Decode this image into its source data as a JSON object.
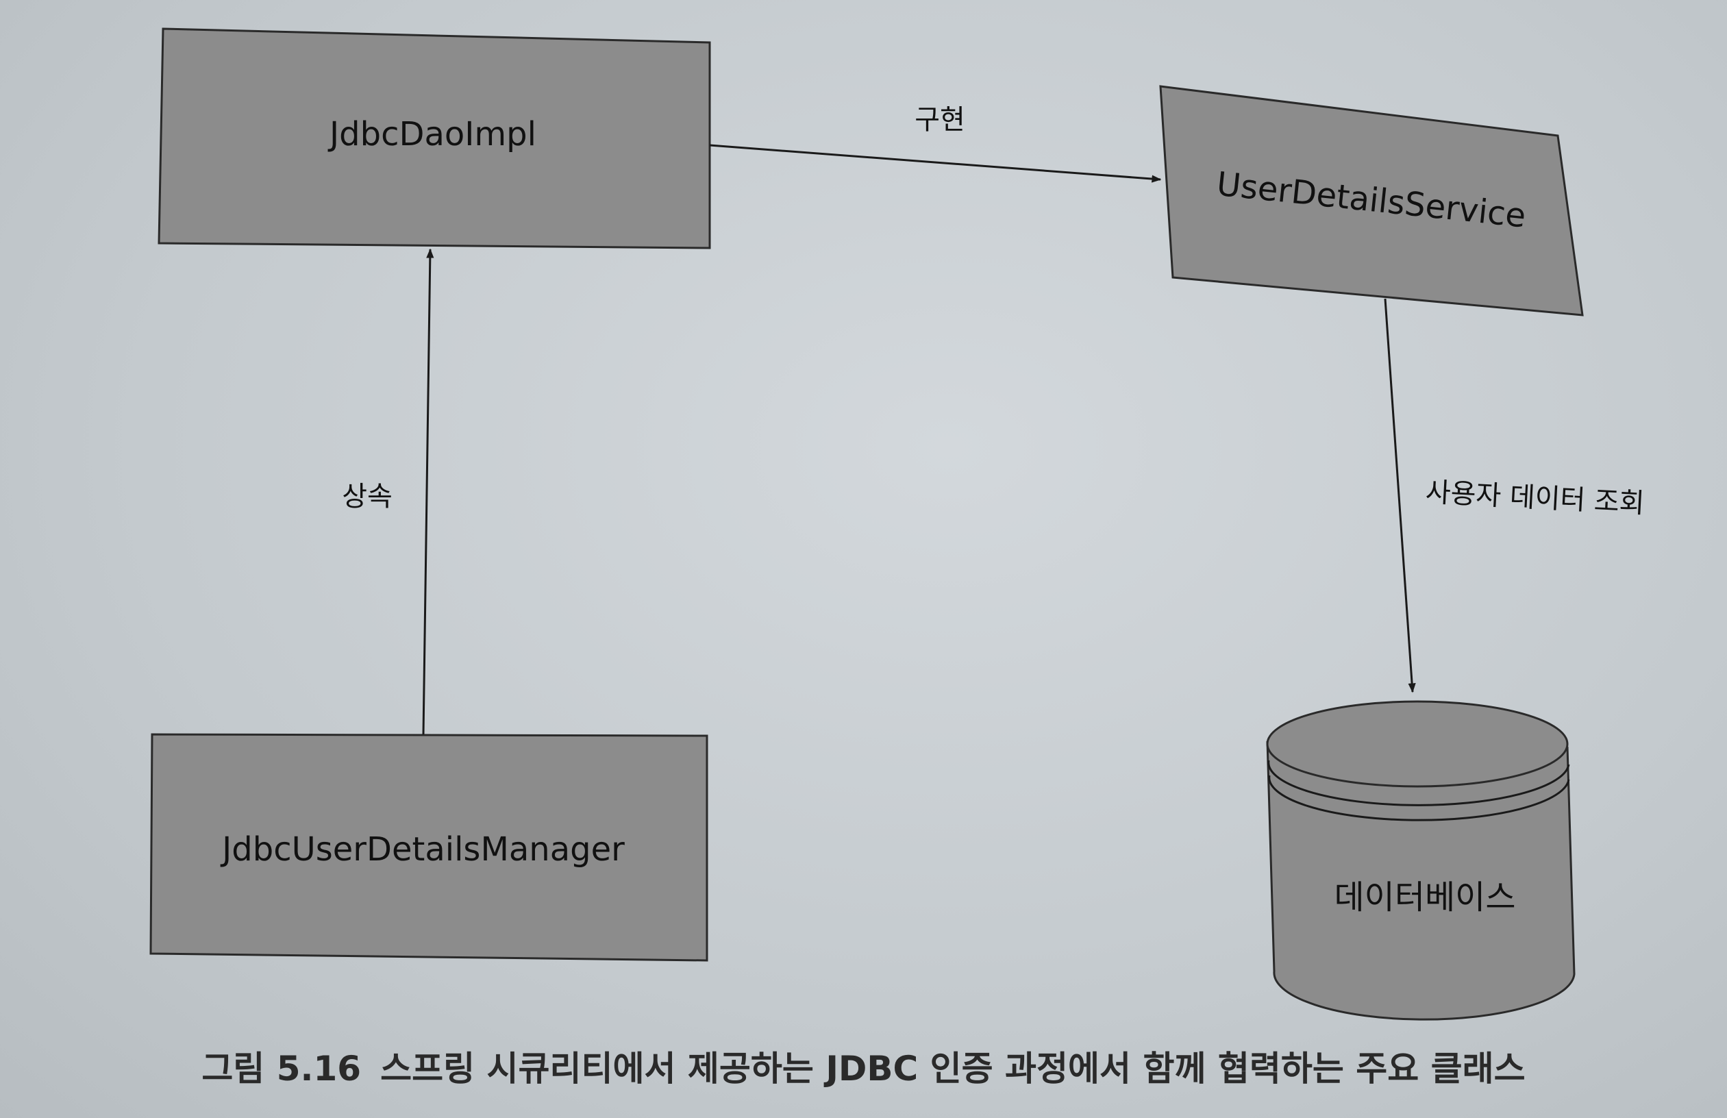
{
  "nodes": {
    "jdbc_dao_impl": "JdbcDaoImpl",
    "user_details_service": "UserDetailsService",
    "jdbc_user_details_manager": "JdbcUserDetailsManager",
    "database": "데이터베이스"
  },
  "edges": {
    "implements": "구현",
    "inherits": "상속",
    "query_user_data": "사용자 데이터 조회"
  },
  "caption": {
    "figure_number": "그림 5.16",
    "text": "스프링 시큐리티에서 제공하는 JDBC 인증 과정에서 함께 협력하는 주요 클래스"
  },
  "colors": {
    "box_fill": "#8c8c8c",
    "stroke": "#1a1a1a",
    "background": "#c9cfd3"
  }
}
